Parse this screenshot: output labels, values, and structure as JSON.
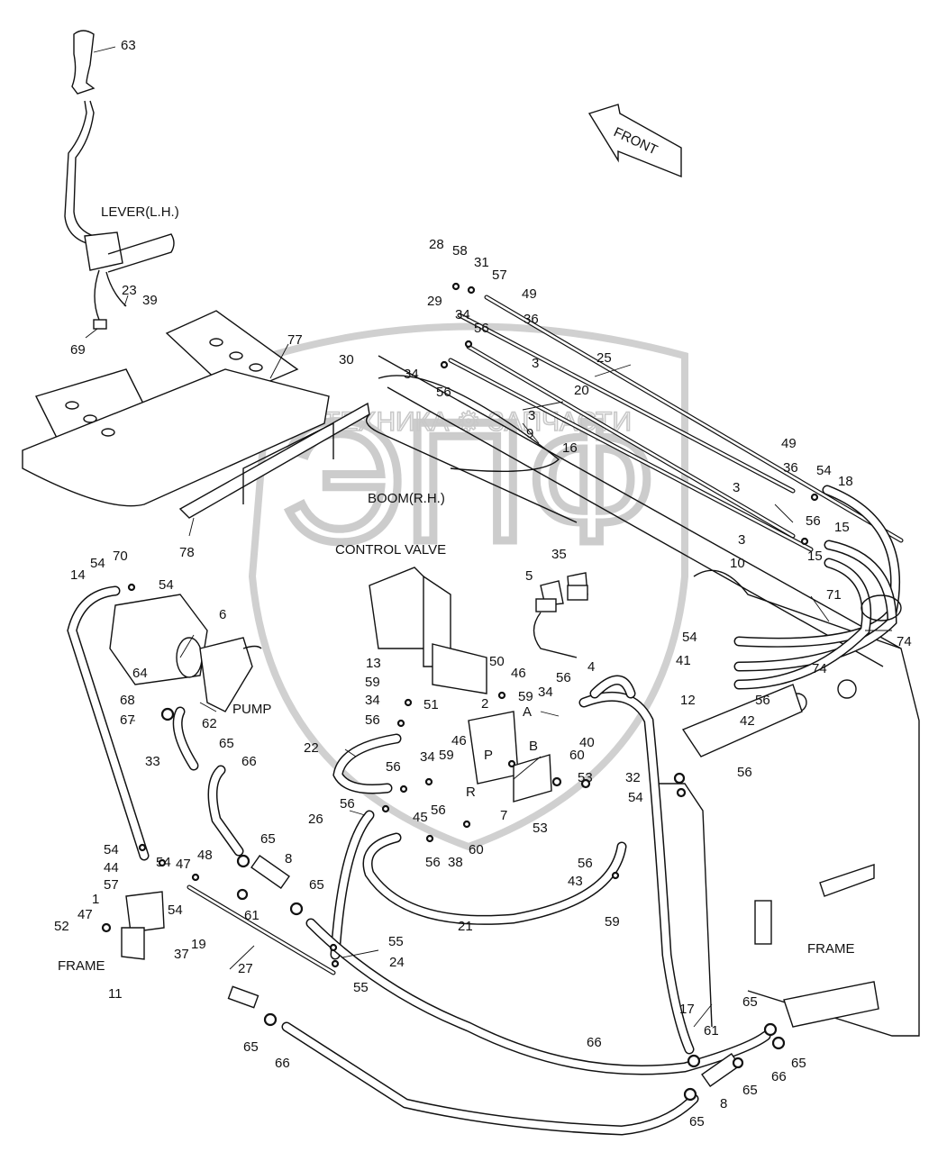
{
  "diagram": {
    "title_labels": {
      "lever": "LEVER(L.H.)",
      "boom": "BOOM(R.H.)",
      "control_valve": "CONTROL VALVE",
      "pump": "PUMP",
      "frame_left": "FRAME",
      "frame_right": "FRAME",
      "front_arrow": "FRONT"
    },
    "port_labels": {
      "A": "A",
      "B": "B",
      "P": "P",
      "R": "R"
    },
    "watermark": {
      "text": "ТЕХНИКА ⚙ ЗАПЧАСТИ",
      "logo": "ЭПФ"
    },
    "callouts": [
      {
        "id": "c63",
        "text": "63"
      },
      {
        "id": "c23",
        "text": "23"
      },
      {
        "id": "c39",
        "text": "39"
      },
      {
        "id": "c69",
        "text": "69"
      },
      {
        "id": "c77",
        "text": "77"
      },
      {
        "id": "c78",
        "text": "78"
      },
      {
        "id": "c28",
        "text": "28"
      },
      {
        "id": "c58",
        "text": "58"
      },
      {
        "id": "c31",
        "text": "31"
      },
      {
        "id": "c57a",
        "text": "57"
      },
      {
        "id": "c49a",
        "text": "49"
      },
      {
        "id": "c36a",
        "text": "36"
      },
      {
        "id": "c29",
        "text": "29"
      },
      {
        "id": "c34a",
        "text": "34"
      },
      {
        "id": "c56a",
        "text": "56"
      },
      {
        "id": "c30",
        "text": "30"
      },
      {
        "id": "c3a",
        "text": "3"
      },
      {
        "id": "c25",
        "text": "25"
      },
      {
        "id": "c34b",
        "text": "34"
      },
      {
        "id": "c56b",
        "text": "56"
      },
      {
        "id": "c20",
        "text": "20"
      },
      {
        "id": "c3b",
        "text": "3"
      },
      {
        "id": "c9",
        "text": "9"
      },
      {
        "id": "c16",
        "text": "16"
      },
      {
        "id": "c49b",
        "text": "49"
      },
      {
        "id": "c36b",
        "text": "36"
      },
      {
        "id": "c54a",
        "text": "54"
      },
      {
        "id": "c18",
        "text": "18"
      },
      {
        "id": "c3c",
        "text": "3"
      },
      {
        "id": "c56c",
        "text": "56"
      },
      {
        "id": "c15a",
        "text": "15"
      },
      {
        "id": "c3d",
        "text": "3"
      },
      {
        "id": "c15b",
        "text": "15"
      },
      {
        "id": "c10",
        "text": "10"
      },
      {
        "id": "c71",
        "text": "71"
      },
      {
        "id": "c74a",
        "text": "74"
      },
      {
        "id": "c74b",
        "text": "74"
      },
      {
        "id": "c35",
        "text": "35"
      },
      {
        "id": "c5",
        "text": "5"
      },
      {
        "id": "c14",
        "text": "14"
      },
      {
        "id": "c54b",
        "text": "54"
      },
      {
        "id": "c70",
        "text": "70"
      },
      {
        "id": "c54c",
        "text": "54"
      },
      {
        "id": "c6",
        "text": "6"
      },
      {
        "id": "c64",
        "text": "64"
      },
      {
        "id": "c68",
        "text": "68"
      },
      {
        "id": "c67",
        "text": "67"
      },
      {
        "id": "c62",
        "text": "62"
      },
      {
        "id": "c33",
        "text": "33"
      },
      {
        "id": "c65a",
        "text": "65"
      },
      {
        "id": "c66a",
        "text": "66"
      },
      {
        "id": "c22",
        "text": "22"
      },
      {
        "id": "c13",
        "text": "13"
      },
      {
        "id": "c59a",
        "text": "59"
      },
      {
        "id": "c34c",
        "text": "34"
      },
      {
        "id": "c56d",
        "text": "56"
      },
      {
        "id": "c51",
        "text": "51"
      },
      {
        "id": "c46a",
        "text": "46"
      },
      {
        "id": "c50",
        "text": "50"
      },
      {
        "id": "c46b",
        "text": "46"
      },
      {
        "id": "c2",
        "text": "2"
      },
      {
        "id": "c59b",
        "text": "59"
      },
      {
        "id": "c34d",
        "text": "34"
      },
      {
        "id": "c56e",
        "text": "56"
      },
      {
        "id": "c4",
        "text": "4"
      },
      {
        "id": "c40",
        "text": "40"
      },
      {
        "id": "c60a",
        "text": "60"
      },
      {
        "id": "c34e",
        "text": "34"
      },
      {
        "id": "c59c",
        "text": "59"
      },
      {
        "id": "c56f",
        "text": "56"
      },
      {
        "id": "c45",
        "text": "45"
      },
      {
        "id": "c56g",
        "text": "56"
      },
      {
        "id": "c56h",
        "text": "56"
      },
      {
        "id": "c7",
        "text": "7"
      },
      {
        "id": "c53a",
        "text": "53"
      },
      {
        "id": "c53b",
        "text": "53"
      },
      {
        "id": "c26",
        "text": "26"
      },
      {
        "id": "c60b",
        "text": "60"
      },
      {
        "id": "c56i",
        "text": "56"
      },
      {
        "id": "c38",
        "text": "38"
      },
      {
        "id": "c41",
        "text": "41"
      },
      {
        "id": "c54d",
        "text": "54"
      },
      {
        "id": "c56j",
        "text": "56"
      },
      {
        "id": "c42",
        "text": "42"
      },
      {
        "id": "c12",
        "text": "12"
      },
      {
        "id": "c32",
        "text": "32"
      },
      {
        "id": "c54e",
        "text": "54"
      },
      {
        "id": "c56k",
        "text": "56"
      },
      {
        "id": "c56l",
        "text": "56"
      },
      {
        "id": "c43",
        "text": "43"
      },
      {
        "id": "c59d",
        "text": "59"
      },
      {
        "id": "c21",
        "text": "21"
      },
      {
        "id": "c54f",
        "text": "54"
      },
      {
        "id": "c44",
        "text": "44"
      },
      {
        "id": "c54g",
        "text": "54"
      },
      {
        "id": "c48",
        "text": "48"
      },
      {
        "id": "c47a",
        "text": "47"
      },
      {
        "id": "c57b",
        "text": "57"
      },
      {
        "id": "c1",
        "text": "1"
      },
      {
        "id": "c47b",
        "text": "47"
      },
      {
        "id": "c52",
        "text": "52"
      },
      {
        "id": "c54h",
        "text": "54"
      },
      {
        "id": "c37",
        "text": "37"
      },
      {
        "id": "c19",
        "text": "19"
      },
      {
        "id": "c11",
        "text": "11"
      },
      {
        "id": "c65b",
        "text": "65"
      },
      {
        "id": "c8a",
        "text": "8"
      },
      {
        "id": "c61a",
        "text": "61"
      },
      {
        "id": "c65c",
        "text": "65"
      },
      {
        "id": "c27",
        "text": "27"
      },
      {
        "id": "c55a",
        "text": "55"
      },
      {
        "id": "c24",
        "text": "24"
      },
      {
        "id": "c55b",
        "text": "55"
      },
      {
        "id": "c65d",
        "text": "65"
      },
      {
        "id": "c66b",
        "text": "66"
      },
      {
        "id": "c66c",
        "text": "66"
      },
      {
        "id": "c17",
        "text": "17"
      },
      {
        "id": "c61b",
        "text": "61"
      },
      {
        "id": "c65e",
        "text": "65"
      },
      {
        "id": "c65f",
        "text": "65"
      },
      {
        "id": "c66d",
        "text": "66"
      },
      {
        "id": "c65g",
        "text": "65"
      },
      {
        "id": "c8b",
        "text": "8"
      },
      {
        "id": "c65h",
        "text": "65"
      }
    ]
  }
}
